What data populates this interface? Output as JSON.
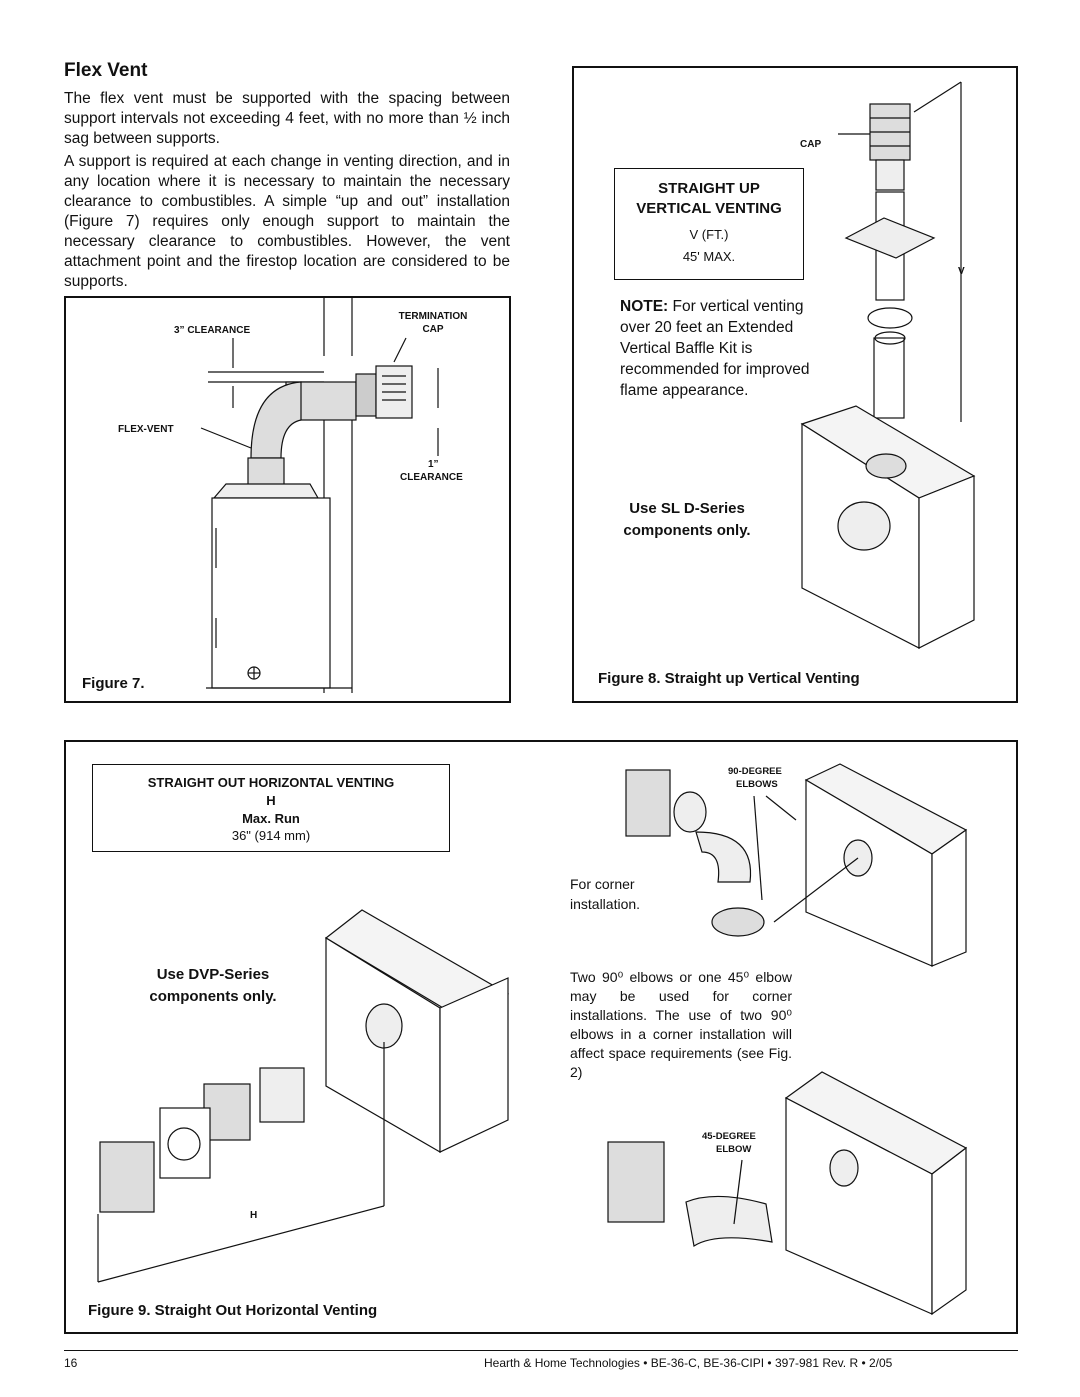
{
  "flex_vent": {
    "title": "Flex Vent",
    "para1": "The flex vent must be supported with the spacing between support intervals not exceeding 4 feet, with no more than ½ inch sag between supports.",
    "para2": "A support is required at each change in venting direction, and in any location where it is necessary to maintain the necessary clearance to combustibles. A simple “up and out” installation (Figure 7) requires only enough support to maintain the necessary clearance to combustibles. However, the vent attachment point and the firestop location are considered to be supports."
  },
  "figure7": {
    "label_clearance3": "3” CLEARANCE",
    "label_termination": "TERMINATION",
    "label_cap": "CAP",
    "label_flexvent": "FLEX-VENT",
    "label_1in": "1”",
    "label_clearance": "CLEARANCE",
    "caption": "Figure 7."
  },
  "figure8": {
    "label_cap": "CAP",
    "box_title1": "STRAIGHT UP",
    "box_title2": "VERTICAL VENTING",
    "box_line1": "V (FT.)",
    "box_line2": "45' MAX.",
    "label_v": "V",
    "note_bold": "NOTE:",
    "note_rest": " For vertical venting over 20 feet an Extended Vertical Baffle Kit is recommended for improved flame appearance.",
    "use_line1": "Use SL D-Series",
    "use_line2": "components only.",
    "caption": "Figure 8.   Straight up Vertical Venting"
  },
  "figure9": {
    "box_title": "STRAIGHT OUT HORIZONTAL VENTING",
    "box_h": "H",
    "box_maxrun": "Max. Run",
    "box_value": "36\"  (914  mm)",
    "use_line1": "Use DVP-Series",
    "use_line2": "components only.",
    "label_h": "H",
    "label_90_1": "90-DEGREE",
    "label_90_2": "ELBOWS",
    "corner_text": "For corner installation.",
    "elbow_text": "Two 90⁰ elbows or one 45⁰ elbow may be used for corner installations. The use of two 90⁰ elbows in a corner installation will affect space requirements (see Fig. 2)",
    "label_45_1": "45-DEGREE",
    "label_45_2": "ELBOW",
    "caption": "Figure 9.   Straight Out Horizontal Venting"
  },
  "footer": {
    "page_number": "16",
    "text": "Hearth & Home Technologies  •  BE-36-C, BE-36-CIPI  •  397-981  Rev. R  •  2/05"
  }
}
